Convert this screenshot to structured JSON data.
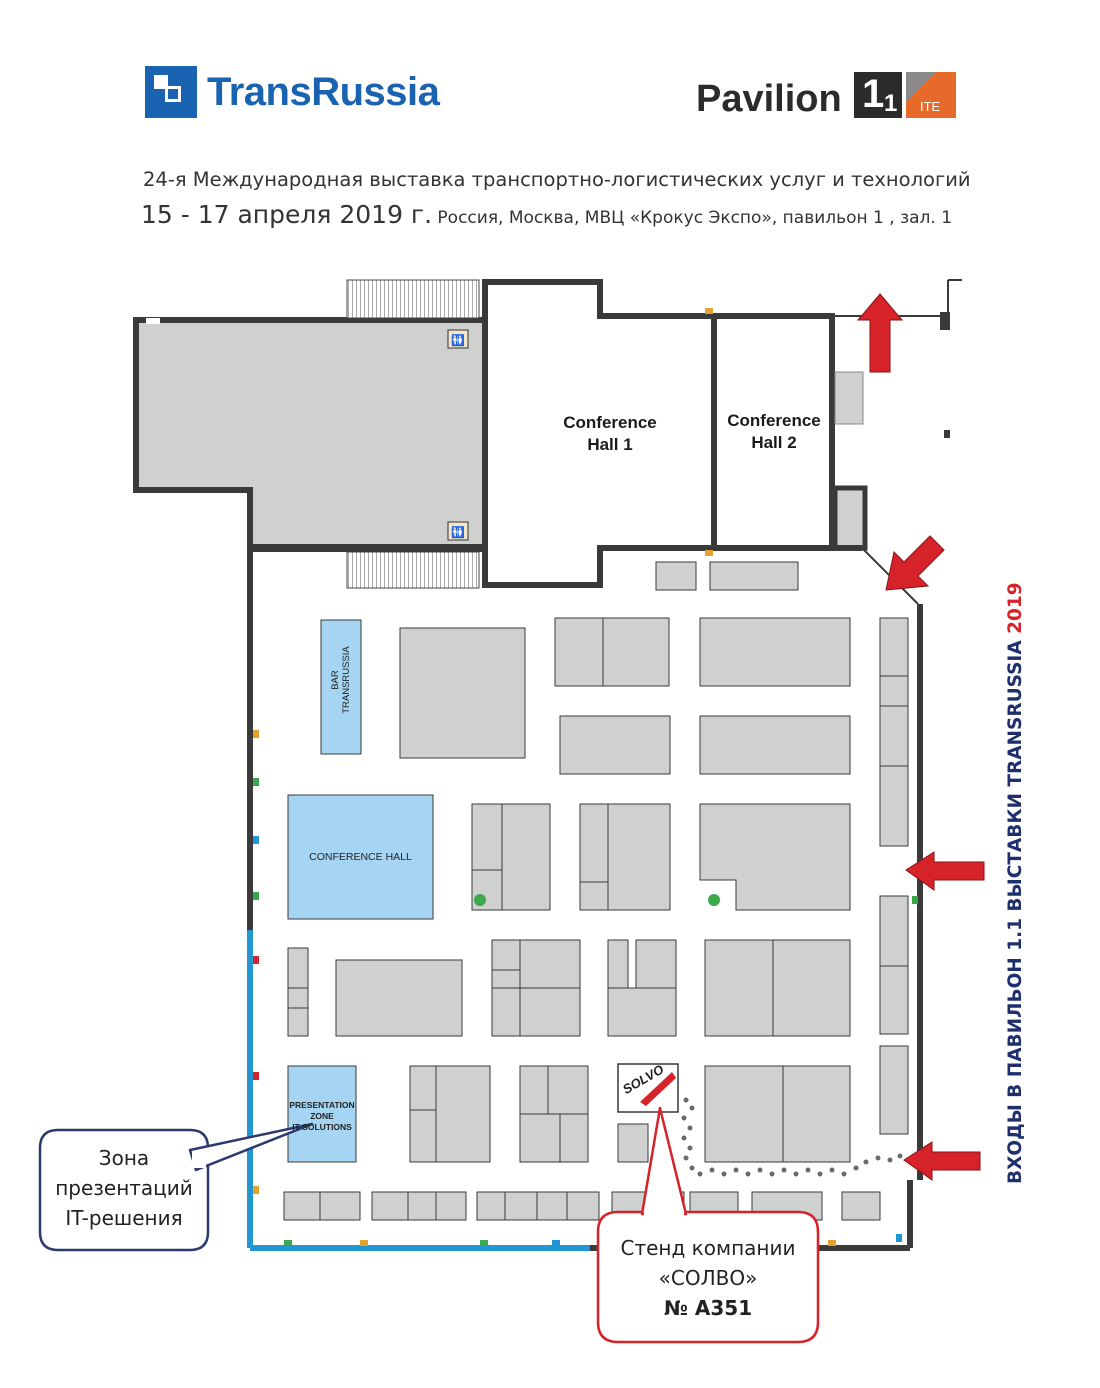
{
  "header": {
    "logo_left": "TransRussia",
    "logo_right_text": "Pavilion",
    "logo_right_number": "1",
    "logo_right_sub": "1",
    "logo_right_badge": "ITE",
    "subtitle": "24-я Международная выставка транспортно-логистических услуг и технологий",
    "dates_big": "15 - 17 апреля 2019 г.",
    "dates_small": " Россия, Москва, МВЦ «Крокус Экспо», павильон 1 , зал. 1"
  },
  "side_label": {
    "text": "ВХОДЫ В ПАВИЛЬОН 1.1 ВЫСТАВКИ TRANSRUSSIA ",
    "year": "2019"
  },
  "map": {
    "conference_hall_1": [
      "Conference",
      "Hall 1"
    ],
    "conference_hall_2": [
      "Conference",
      "Hall 2"
    ],
    "bar": [
      "BAR",
      "TRANSRUSSIA"
    ],
    "conference_hall": "CONFERENCE HALL",
    "presentation_zone": [
      "PRESENTATION",
      "ZONE",
      "IT SOLUTIONS"
    ],
    "solvo_logo": "SOLVO"
  },
  "callout_left": {
    "lines": [
      "Зона",
      "презентаций",
      "IT-решения"
    ]
  },
  "callout_right": {
    "line1": "Стенд компании",
    "line2": "«СОЛВО»",
    "line3": "№ А351"
  },
  "colors": {
    "brand_blue": "#1a63b0",
    "arrow_red": "#d6232a",
    "booth_gray": "#cfd1d1",
    "hall_blue": "#a5d5f2",
    "callout_red": "#d6232a",
    "callout_navy": "#2a3a6e"
  }
}
